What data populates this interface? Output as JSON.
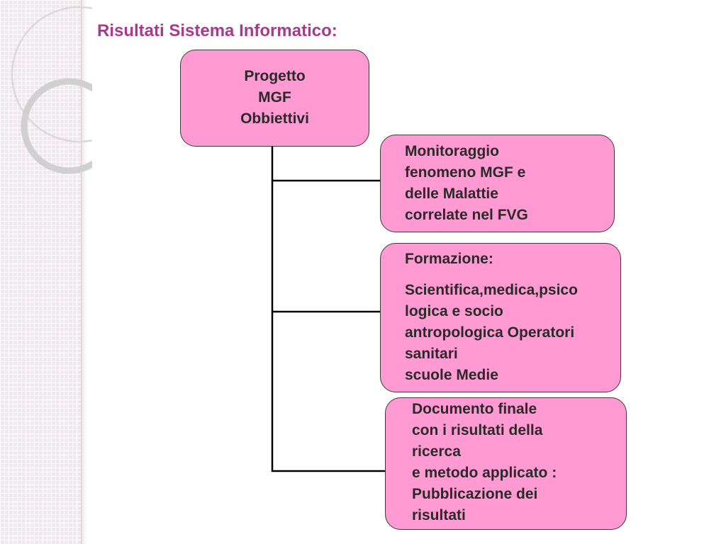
{
  "slide": {
    "title": "Risultati Sistema Informatico:"
  },
  "diagram": {
    "root": {
      "lines": [
        "Progetto",
        "MGF",
        "Obbiettivi"
      ]
    },
    "children": [
      {
        "lines": [
          "Monitoraggio",
          "fenomeno MGF e",
          "delle Malattie",
          "correlate nel FVG"
        ]
      },
      {
        "heading": "Formazione:",
        "lines": [
          "Scientifica,medica,psico",
          "logica e socio",
          "antropologica Operatori",
          "sanitari",
          "scuole Medie"
        ]
      },
      {
        "lines": [
          "Documento finale",
          "con i risultati della",
          "ricerca",
          "e metodo applicato :",
          "Pubblicazione dei",
          "risultati"
        ]
      }
    ]
  },
  "colors": {
    "title": "#a63a8c",
    "node_fill": "#ff9ad2",
    "node_border": "#3a3a3a",
    "connector": "#000000",
    "side_panel": "#f6e4ee"
  }
}
